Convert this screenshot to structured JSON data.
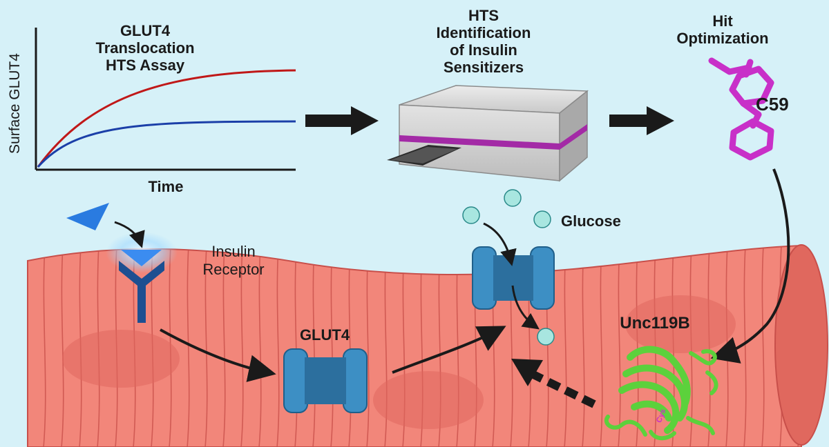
{
  "colors": {
    "background": "#d6f1f8",
    "muscle": "#f2867a",
    "muscle_dark": "#e0685e",
    "glut4": "#3d8fc4",
    "glucose": "#a8e6e0",
    "c59": "#c830c8",
    "protein": "#5cd13c",
    "receptor": "#1d4f91",
    "insulin": "#2a7be0",
    "curve_high": "#c01818",
    "curve_low": "#1b3fa8",
    "plate_stripe": "#a32aa6"
  },
  "assay": {
    "title_lines": [
      "GLUT4",
      "Translocation",
      "HTS Assay"
    ],
    "y_axis_label": "Surface GLUT4",
    "x_axis_label": "Time"
  },
  "hts": {
    "title_lines": [
      "HTS",
      "Identification",
      "of Insulin",
      "Sensitizers"
    ]
  },
  "hit": {
    "title_lines": [
      "Hit",
      "Optimization"
    ],
    "compound_label": "C59"
  },
  "labels": {
    "glucose": "Glucose",
    "insulin_receptor_lines": [
      "Insulin",
      "Receptor"
    ],
    "glut4": "GLUT4",
    "unc119b": "Unc119B",
    "cys": "Cys"
  },
  "icons": [
    "right-arrow-icon",
    "plate-reader-icon",
    "c59-molecule-icon",
    "glut4-transporter-icon",
    "insulin-receptor-icon",
    "insulin-ligand-icon",
    "glucose-icon",
    "unc119b-protein-icon"
  ]
}
